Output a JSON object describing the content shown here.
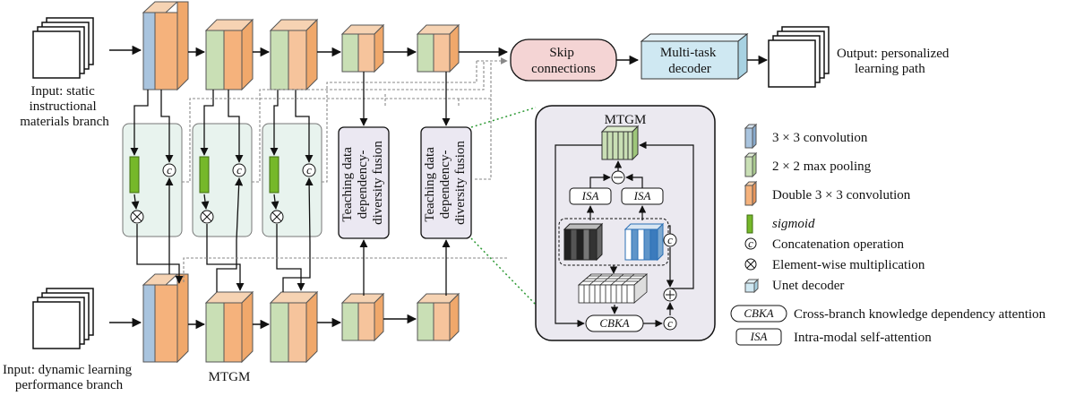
{
  "inputs": {
    "static_lines": [
      "Input: static",
      "instructional",
      "materials branch"
    ],
    "dynamic_lines": [
      "Input: dynamic learning",
      "performance branch"
    ]
  },
  "mtgm_bottom_label": "MTGM",
  "skip_connections_lines": [
    "Skip",
    "connections"
  ],
  "decoder_lines": [
    "Multi-task",
    "decoder"
  ],
  "output_lines": [
    "Output: personalized",
    "learning path"
  ],
  "fusion_lines": [
    "Teaching data",
    "dependency-",
    "diversity fusion"
  ],
  "concat_symbol": "c",
  "detail": {
    "title": "MTGM",
    "isa": "ISA",
    "cbka": "CBKA"
  },
  "legend": {
    "conv3": "3 × 3 convolution",
    "maxpool": "2 × 2 max pooling",
    "double_conv": "Double 3 × 3 convolution",
    "sigmoid": "sigmoid",
    "concat": "Concatenation operation",
    "multiply": "Element-wise multiplication",
    "unet": "Unet decoder",
    "cbka_key": "CBKA",
    "cbka_desc": "Cross-branch knowledge dependency attention",
    "isa_key": "ISA",
    "isa_desc": "Intra-modal self-attention"
  },
  "colors": {
    "blue": "#a9c4de",
    "green": "#c9dfb5",
    "orange": "#f5b27c",
    "peach": "#f6d3b3",
    "sigmoid": "#76b82a",
    "gate_bg": "#e8f3ee",
    "fusion_bg": "#ebe8f2",
    "skip_bg": "#f4d4d4",
    "decoder_bg": "#cfe8f2",
    "detail_bg": "#ebe9f0"
  }
}
